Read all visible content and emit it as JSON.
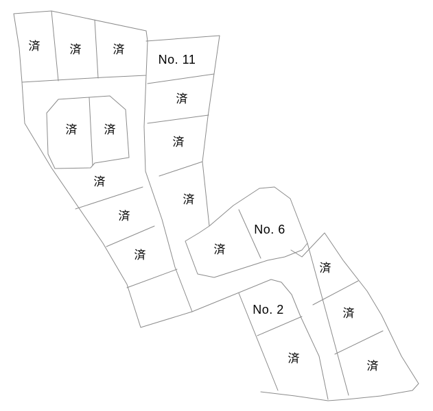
{
  "lots": [
    {
      "id": "lot-a1",
      "label": "済",
      "sold": true
    },
    {
      "id": "lot-a2",
      "label": "済",
      "sold": true
    },
    {
      "id": "lot-a3",
      "label": "済",
      "sold": true
    },
    {
      "id": "lot-11",
      "label": "No. 11",
      "sold": false
    },
    {
      "id": "lot-b1",
      "label": "済",
      "sold": true
    },
    {
      "id": "lot-b2",
      "label": "済",
      "sold": true
    },
    {
      "id": "lot-c1",
      "label": "済",
      "sold": true
    },
    {
      "id": "lot-c2",
      "label": "済",
      "sold": true
    },
    {
      "id": "lot-b3",
      "label": "済",
      "sold": true
    },
    {
      "id": "lot-d1",
      "label": "済",
      "sold": true
    },
    {
      "id": "lot-d2",
      "label": "済",
      "sold": true
    },
    {
      "id": "lot-6",
      "label": "No. 6",
      "sold": false
    },
    {
      "id": "lot-e1",
      "label": "済",
      "sold": true
    },
    {
      "id": "lot-f1",
      "label": "済",
      "sold": true
    },
    {
      "id": "lot-f2",
      "label": "済",
      "sold": true
    },
    {
      "id": "lot-2",
      "label": "No. 2",
      "sold": false
    },
    {
      "id": "lot-g1",
      "label": "済",
      "sold": true
    },
    {
      "id": "lot-f3",
      "label": "済",
      "sold": true
    }
  ]
}
